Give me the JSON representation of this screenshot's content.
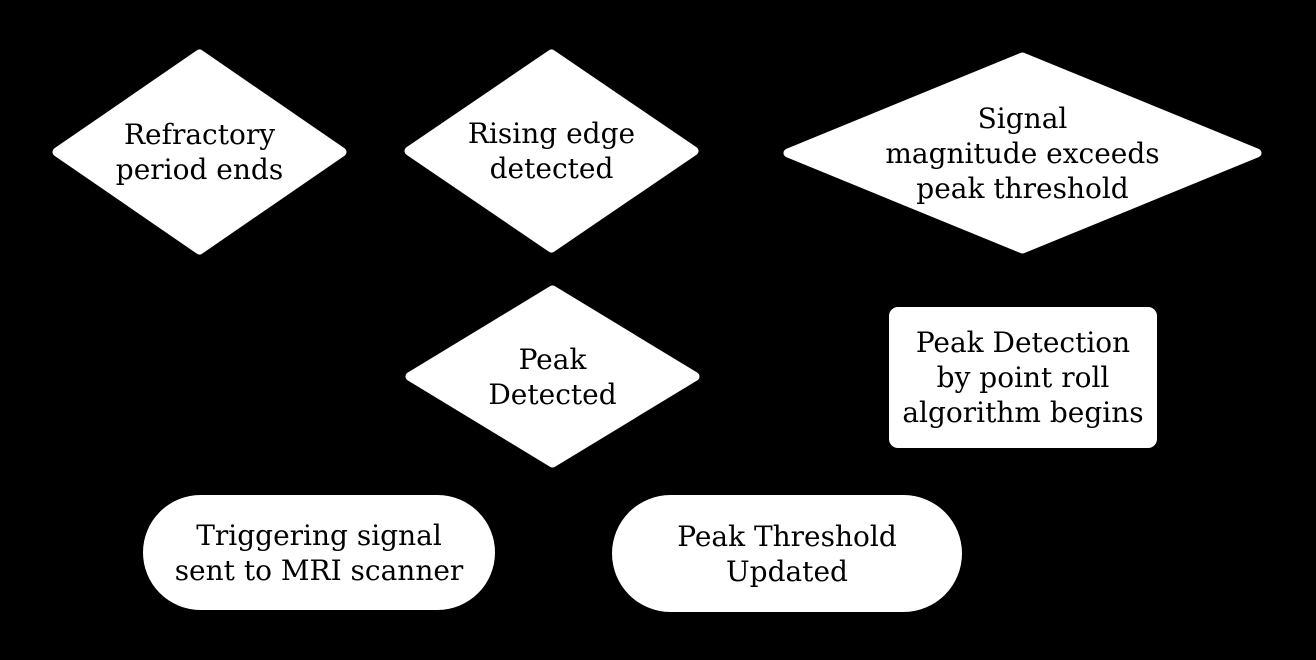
{
  "diagram": {
    "type": "flowchart",
    "colors": {
      "background": "#000000",
      "shape_fill": "#ffffff",
      "text": "#000000"
    },
    "nodes": [
      {
        "id": "refractory-period-ends",
        "shape": "diamond",
        "label": "Refractory\nperiod ends"
      },
      {
        "id": "rising-edge-detected",
        "shape": "diamond",
        "label": "Rising edge\ndetected"
      },
      {
        "id": "signal-magnitude-exceeds",
        "shape": "diamond",
        "label": "Signal\nmagnitude exceeds\npeak threshold"
      },
      {
        "id": "peak-detected",
        "shape": "diamond",
        "label": "Peak\nDetected"
      },
      {
        "id": "peak-detection-algorithm",
        "shape": "rectangle",
        "label": "Peak Detection\nby point roll\nalgorithm begins"
      },
      {
        "id": "triggering-signal-sent",
        "shape": "pill",
        "label": "Triggering signal\nsent to MRI scanner"
      },
      {
        "id": "peak-threshold-updated",
        "shape": "pill",
        "label": "Peak Threshold\nUpdated"
      }
    ]
  }
}
